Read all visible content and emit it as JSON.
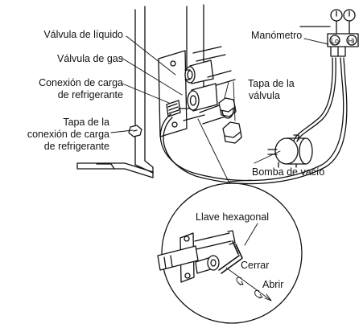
{
  "labels": {
    "liquid_valve": "Válvula de líquido",
    "gas_valve": "Válvula de gas",
    "charge_port_line1": "Conexión de carga",
    "charge_port_line2": "de refrigerante",
    "charge_cap_line1": "Tapa de la",
    "charge_cap_line2": "conexión de carga",
    "charge_cap_line3": "de refrigerante",
    "valve_cap_line1": "Tapa de la",
    "valve_cap_line2": "válvula",
    "manometer": "Manómetro",
    "gauge_lo": "Lo",
    "gauge_hi": "Hi",
    "vacuum_pump": "Bomba de vacío",
    "hex_key": "Llave hexagonal",
    "close": "Cerrar",
    "open": "Abrir"
  }
}
